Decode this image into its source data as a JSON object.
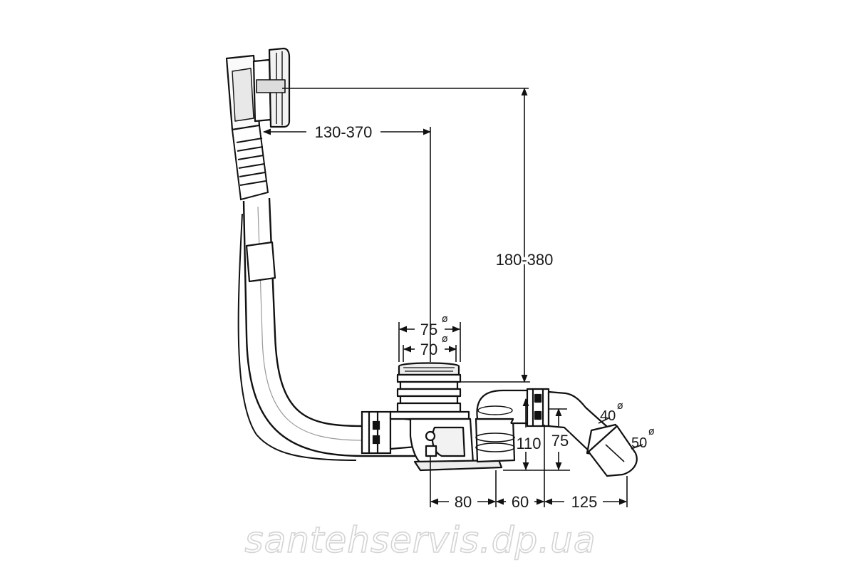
{
  "dimensions": {
    "horizontal_reach": "130-370",
    "vertical_height": "180-380",
    "outer_diameter": "75",
    "inner_diameter": "70",
    "trap_height": "110",
    "outlet_height": "75",
    "offset_a": "80",
    "offset_b": "60",
    "offset_c": "125",
    "outlet_diameter_small": "40",
    "outlet_diameter_large": "50",
    "diameter_symbol": "ø"
  },
  "watermark": "santehservis.dp.ua"
}
